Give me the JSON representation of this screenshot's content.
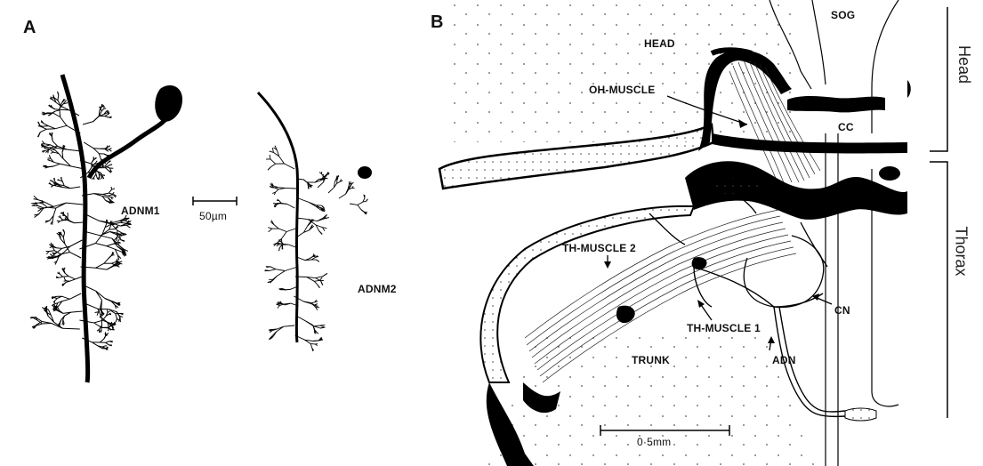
{
  "panel_a": {
    "letter": "A",
    "neuron_1_label": "ADNM1",
    "neuron_2_label": "ADNM2",
    "scale_bar_label": "50µm"
  },
  "panel_b": {
    "letter": "B",
    "labels": {
      "sog": "SOG",
      "head": "HEAD",
      "oh_muscle": "OH-MUSCLE",
      "cc": "CC",
      "th_muscle_2": "TH-MUSCLE 2",
      "th_muscle_1": "TH-MUSCLE 1",
      "cn": "CN",
      "adn": "ADN",
      "trunk": "TRUNK"
    },
    "scale_bar_label": "0·5mm"
  },
  "side_brackets": {
    "head": "Head",
    "thorax": "Thorax"
  }
}
